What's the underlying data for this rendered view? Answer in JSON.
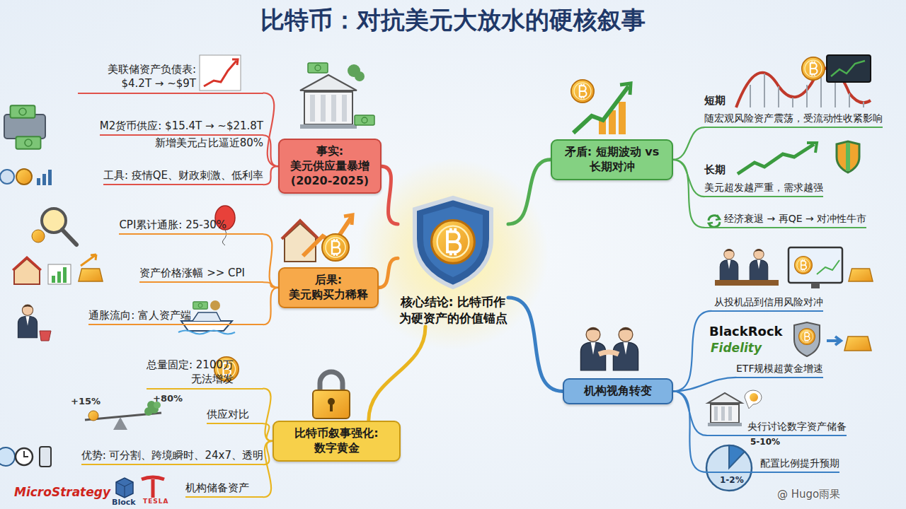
{
  "diagram": {
    "title": "比特币：对抗美元大放水的硬核叙事",
    "nodes": [
      {
        "text": [
          "事实: 美元供应量暴增 (2020-2025)"
        ]
      },
      {
        "text": [
          "美联储资产负债表: $4.2T → ~$9T"
        ]
      },
      {
        "text": [
          "M2货币供应: $15.4T → ~$21.8T",
          "新增美元占比逼近80%"
        ]
      },
      {
        "text": [
          "工具: 疫情QE、财政刺激、低利率"
        ]
      },
      {
        "text": [
          "后果: 美元购买力稀释"
        ]
      },
      {
        "text": [
          "CPI累计通胀: 25-30%"
        ]
      },
      {
        "text": [
          "资产价格涨幅 >> CPI"
        ]
      },
      {
        "text": [
          "通胀流向: 富人资产端"
        ]
      },
      {
        "text": [
          "比特币叙事强化: 数字黄金"
        ]
      },
      {
        "text": [
          "总量固定: 2100万",
          "无法增发"
        ]
      },
      {
        "text": [
          "供应对比"
        ]
      },
      {
        "text": [
          "优势: 可分割、跨境瞬时、24x7、透明"
        ]
      },
      {
        "text": [
          "机构储备资产"
        ]
      },
      {
        "text": [
          "核心结论: 比特币作为硬资产的价值锚点"
        ]
      },
      {
        "text": [
          "矛盾: 短期波动 vs 长期对冲"
        ]
      },
      {
        "text": [
          "短期",
          "随宏观风险资产震荡，受流动性收紧影响"
        ]
      },
      {
        "text": [
          "长期",
          "美元超发越严重，需求越强"
        ]
      },
      {
        "text": [
          "经济衰退 → 再QE → 对冲性牛市"
        ]
      },
      {
        "text": [
          "机构视角转变"
        ]
      },
      {
        "text": [
          "从投机品到信用风险对冲"
        ]
      },
      {
        "text": [
          "ETF规模超黄金增速"
        ]
      },
      {
        "text": [
          "央行讨论数字资产储备"
        ]
      },
      {
        "text": [
          "配置比例提升预期"
        ]
      }
    ],
    "edges": [
      {
        "from": 13,
        "to": 0,
        "arrow": "none"
      },
      {
        "from": 13,
        "to": 4,
        "arrow": "none"
      },
      {
        "from": 13,
        "to": 8,
        "arrow": "none"
      },
      {
        "from": 13,
        "to": 14,
        "arrow": "none"
      },
      {
        "from": 13,
        "to": 18,
        "arrow": "none"
      },
      {
        "from": 0,
        "to": 1,
        "arrow": "none"
      },
      {
        "from": 0,
        "to": 2,
        "arrow": "none"
      },
      {
        "from": 0,
        "to": 3,
        "arrow": "none"
      },
      {
        "from": 4,
        "to": 5,
        "arrow": "none"
      },
      {
        "from": 4,
        "to": 6,
        "arrow": "none"
      },
      {
        "from": 4,
        "to": 7,
        "arrow": "none"
      },
      {
        "from": 8,
        "to": 9,
        "arrow": "none"
      },
      {
        "from": 8,
        "to": 10,
        "arrow": "none"
      },
      {
        "from": 8,
        "to": 11,
        "arrow": "none"
      },
      {
        "from": 8,
        "to": 12,
        "arrow": "none"
      },
      {
        "from": 14,
        "to": 15,
        "arrow": "none"
      },
      {
        "from": 14,
        "to": 16,
        "arrow": "none"
      },
      {
        "from": 14,
        "to": 17,
        "arrow": "none"
      },
      {
        "from": 18,
        "to": 19,
        "arrow": "none"
      },
      {
        "from": 18,
        "to": 20,
        "arrow": "none"
      },
      {
        "from": 18,
        "to": 21,
        "arrow": "none"
      },
      {
        "from": 18,
        "to": 22,
        "arrow": "none"
      }
    ],
    "labels": [
      "+15%",
      "+80%",
      "MicroStrategy",
      "Block",
      "TESLA",
      "BlackRock",
      "Fidelity",
      "5-10%",
      "1-2%",
      "@ Hugo雨果"
    ]
  }
}
